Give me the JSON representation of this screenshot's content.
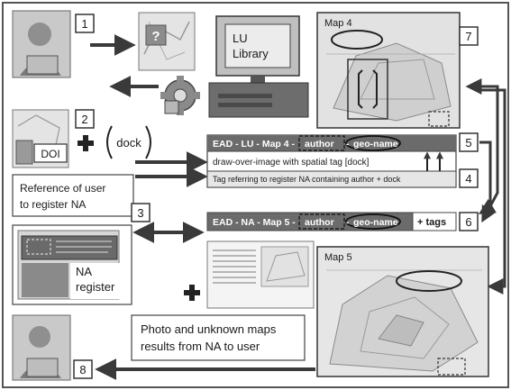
{
  "steps": [
    "1",
    "2",
    "3",
    "4",
    "5",
    "6",
    "7",
    "8"
  ],
  "library": {
    "line1": "LU",
    "line2": "Library"
  },
  "doi_label": "DOI",
  "question_mark": "?",
  "dock_label": "dock",
  "map4_title": "Map 4",
  "map5_title": "Map 5",
  "bar_lu": {
    "prefix": "EAD - LU - Map 4 -",
    "author": "author",
    "dash": "-",
    "geo": "geo-name",
    "row2": "draw-over-image  with spatial tag [dock]",
    "row3": "Tag referring to register NA containing author + dock"
  },
  "bar_na": {
    "prefix": "EAD - NA - Map 5 -",
    "author": "author",
    "dash": "-",
    "geo": "geo-name",
    "tags": "+ tags"
  },
  "reference_box": {
    "line1": "Reference of user",
    "line2": "to register NA"
  },
  "na_register": {
    "line1": "NA",
    "line2": "register"
  },
  "photo_box": {
    "line1": "Photo and unknown maps",
    "line2": "results from NA to user"
  },
  "colors": {
    "bar_bg": "#6b6b6b",
    "bar_text": "#ffffff",
    "arrow": "#3a3a3a",
    "border": "#555555"
  }
}
